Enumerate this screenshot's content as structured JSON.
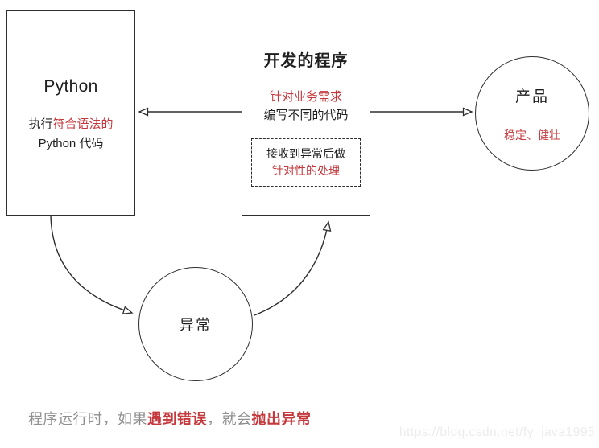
{
  "colors": {
    "red": "#c5383c",
    "line": "#2e2e2e",
    "text": "#1f1f1f",
    "caption_gray": "#8f8f8f",
    "watermark_gray": "#ececec"
  },
  "python_box": {
    "title": "Python",
    "body_prefix": "执行",
    "body_highlight": "符合语法的",
    "body_line2": "Python 代码"
  },
  "program_box": {
    "title": "开发的程序",
    "requirement_red": "针对业务需求",
    "requirement_black": "编写不同的代码",
    "handler_black": "接收到异常后做",
    "handler_red": "针对性的处理"
  },
  "product_circle": {
    "title": "产品",
    "subtitle": "稳定、健壮"
  },
  "exception_circle": {
    "title": "异常"
  },
  "caption": {
    "p1": "程序运行时，如果",
    "p2": "遇到错误",
    "p3": "，就会",
    "p4": "抛出异常"
  },
  "watermark": "https://blog.csdn.net/fy_java1995"
}
